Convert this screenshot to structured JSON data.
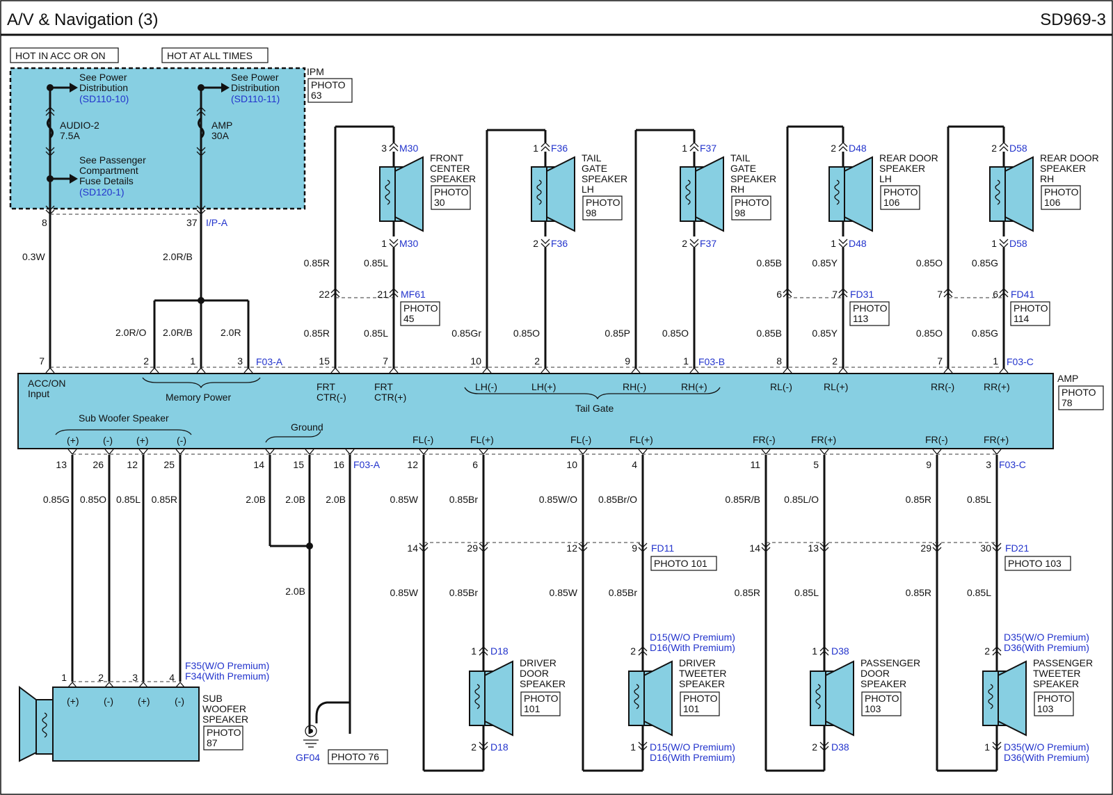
{
  "header": {
    "title": "A/V & Navigation (3)",
    "code": "SD969-3"
  },
  "supply": {
    "acc_on": "HOT IN ACC OR ON",
    "all_times": "HOT AT ALL TIMES"
  },
  "ipm": {
    "name": "IPM",
    "photo": [
      "PHOTO",
      "63"
    ],
    "see_power_a": [
      "See Power",
      "Distribution"
    ],
    "see_power_a_ref": "(SD110-10)",
    "see_power_b": [
      "See Power",
      "Distribution"
    ],
    "see_power_b_ref": "(SD110-11)",
    "fuse_a": [
      "AUDIO-2",
      "7.5A"
    ],
    "fuse_b": [
      "AMP",
      "30A"
    ],
    "pass_fuse": [
      "See Passenger",
      "Compartment",
      "Fuse Details"
    ],
    "pass_fuse_ref": "(SD120-1)",
    "pin_a": "8",
    "pin_b": "37",
    "conn": "I/P-A"
  },
  "wires_top": {
    "w_acc": "0.3W",
    "w_37": "2.0R/B",
    "w_m1": "2.0R/O",
    "w_m2": "2.0R/B",
    "w_m3": "2.0R",
    "fc_r_up": "0.85R",
    "fc_l_up": "0.85L",
    "fc_r_dn": "0.85R",
    "fc_l_dn": "0.85L",
    "tg_gr": "0.85Gr",
    "tg_o1": "0.85O",
    "tg_p": "0.85P",
    "tg_o2": "0.85O",
    "rl_b_up": "0.85B",
    "rl_y_up": "0.85Y",
    "rl_b_dn": "0.85B",
    "rl_y_dn": "0.85Y",
    "rr_o_up": "0.85O",
    "rr_g_up": "0.85G",
    "rr_o_dn": "0.85O",
    "rr_g_dn": "0.85G"
  },
  "speakers_top": [
    {
      "lines": [
        "FRONT",
        "CENTER",
        "SPEAKER"
      ],
      "photo": [
        "PHOTO",
        "30"
      ],
      "conn": "M30",
      "pin_top": "3",
      "pin_bot": "1"
    },
    {
      "lines": [
        "TAIL",
        "GATE",
        "SPEAKER",
        "LH"
      ],
      "photo": [
        "PHOTO",
        "98"
      ],
      "conn": "F36",
      "pin_top": "1",
      "pin_bot": "2"
    },
    {
      "lines": [
        "TAIL",
        "GATE",
        "SPEAKER",
        "RH"
      ],
      "photo": [
        "PHOTO",
        "98"
      ],
      "conn": "F37",
      "pin_top": "1",
      "pin_bot": "2"
    },
    {
      "lines": [
        "REAR DOOR",
        "SPEAKER",
        "LH"
      ],
      "photo": [
        "PHOTO",
        "106"
      ],
      "conn": "D48",
      "pin_top": "2",
      "pin_bot": "1"
    },
    {
      "lines": [
        "REAR DOOR",
        "SPEAKER",
        "RH"
      ],
      "photo": [
        "PHOTO",
        "106"
      ],
      "conn": "D58",
      "pin_top": "2",
      "pin_bot": "1"
    }
  ],
  "inline_top": {
    "mf61": {
      "conn": "MF61",
      "pin_a": "22",
      "pin_b": "21",
      "photo": [
        "PHOTO",
        "45"
      ]
    },
    "fd31": {
      "conn": "FD31",
      "pin_a": "6",
      "pin_b": "7",
      "photo": [
        "PHOTO",
        "113"
      ]
    },
    "fd41": {
      "conn": "FD41",
      "pin_a": "7",
      "pin_b": "6",
      "photo": [
        "PHOTO",
        "114"
      ]
    }
  },
  "amp": {
    "name": "AMP",
    "photo": [
      "PHOTO",
      "78"
    ],
    "top_pins": [
      "7",
      "2",
      "1",
      "3",
      "15",
      "7",
      "10",
      "2",
      "9",
      "1",
      "8",
      "2",
      "7",
      "1"
    ],
    "conn_f03a": "F03-A",
    "conn_f03b": "F03-B",
    "conn_f03c": "F03-C",
    "acc_on_input": [
      "ACC/ON",
      "Input"
    ],
    "memory_power": "Memory Power",
    "frt_ctr_m": [
      "FRT",
      "CTR(-)"
    ],
    "frt_ctr_p": [
      "FRT",
      "CTR(+)"
    ],
    "lh_m": "LH(-)",
    "lh_p": "LH(+)",
    "rh_m": "RH(-)",
    "rh_p": "RH(+)",
    "tail_gate": "Tail Gate",
    "rl_m": "RL(-)",
    "rl_p": "RL(+)",
    "rr_m": "RR(-)",
    "rr_p": "RR(+)",
    "sub_woofer": "Sub Woofer Speaker",
    "sw_pins": [
      "(+)",
      "(-)",
      "(+)",
      "(-)"
    ],
    "ground": "Ground",
    "fl_m1": "FL(-)",
    "fl_p1": "FL(+)",
    "fl_m2": "FL(-)",
    "fl_p2": "FL(+)",
    "fr_m1": "FR(-)",
    "fr_p1": "FR(+)",
    "fr_m2": "FR(-)",
    "fr_p2": "FR(+)",
    "bot_pins": [
      "13",
      "26",
      "12",
      "25",
      "14",
      "15",
      "16",
      "12",
      "6",
      "10",
      "4",
      "11",
      "5",
      "9",
      "3"
    ]
  },
  "wires_bot": {
    "sw": [
      "0.85G",
      "0.85O",
      "0.85L",
      "0.85R"
    ],
    "gnd": [
      "2.0B",
      "2.0B",
      "2.0B"
    ],
    "gnd2": "2.0B",
    "up": [
      "0.85W",
      "0.85Br",
      "0.85W/O",
      "0.85Br/O",
      "0.85R/B",
      "0.85L/O",
      "0.85R",
      "0.85L"
    ],
    "dn": [
      "0.85W",
      "0.85Br",
      "0.85W",
      "0.85Br",
      "0.85R",
      "0.85L",
      "0.85R",
      "0.85L"
    ]
  },
  "inline_bot": {
    "fd11": {
      "conn": "FD11",
      "pins": [
        "14",
        "29",
        "12",
        "9"
      ],
      "photo": "PHOTO 101"
    },
    "fd21": {
      "conn": "FD21",
      "pins": [
        "14",
        "13",
        "29",
        "30"
      ],
      "photo": "PHOTO 103"
    }
  },
  "speakers_bot": [
    {
      "lines": [
        "DRIVER",
        "DOOR",
        "SPEAKER"
      ],
      "photo": [
        "PHOTO",
        "101"
      ],
      "c_top": [
        "D18"
      ],
      "c_bot": [
        "D18"
      ],
      "pin_top": "1",
      "pin_bot": "2"
    },
    {
      "lines": [
        "DRIVER",
        "TWEETER",
        "SPEAKER"
      ],
      "photo": [
        "PHOTO",
        "101"
      ],
      "c_top": [
        "D15(W/O Premium)",
        "D16(With Premium)"
      ],
      "c_bot": [
        "D15(W/O Premium)",
        "D16(With Premium)"
      ],
      "pin_top": "2",
      "pin_bot": "1"
    },
    {
      "lines": [
        "PASSENGER",
        "DOOR",
        "SPEAKER"
      ],
      "photo": [
        "PHOTO",
        "103"
      ],
      "c_top": [
        "D38"
      ],
      "c_bot": [
        "D38"
      ],
      "pin_top": "1",
      "pin_bot": "2"
    },
    {
      "lines": [
        "PASSENGER",
        "TWEETER",
        "SPEAKER"
      ],
      "photo": [
        "PHOTO",
        "103"
      ],
      "c_top": [
        "D35(W/O Premium)",
        "D36(With Premium)"
      ],
      "c_bot": [
        "D35(W/O Premium)",
        "D36(With Premium)"
      ],
      "pin_top": "2",
      "pin_bot": "1"
    }
  ],
  "sub_woofer": {
    "lines": [
      "SUB",
      "WOOFER",
      "SPEAKER"
    ],
    "photo": [
      "PHOTO",
      "87"
    ],
    "pins": [
      "1",
      "2",
      "3",
      "4"
    ],
    "marks": [
      "(+)",
      "(-)",
      "(+)",
      "(-)"
    ],
    "conn": [
      "F35(W/O Premium)",
      "F34(With Premium)"
    ]
  },
  "ground_pt": {
    "name": "GF04",
    "photo": "PHOTO 76"
  }
}
